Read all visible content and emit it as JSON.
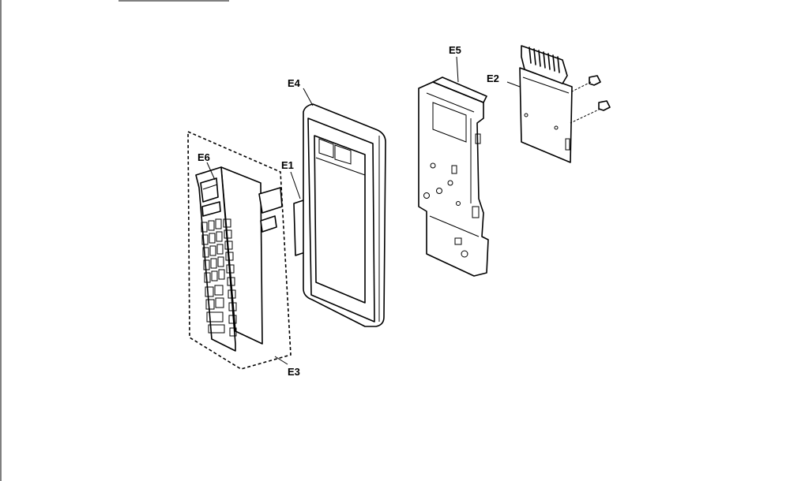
{
  "labels": {
    "e1": "E1",
    "e2": "E2",
    "e3": "E3",
    "e4": "E4",
    "e5": "E5",
    "e6": "E6"
  }
}
